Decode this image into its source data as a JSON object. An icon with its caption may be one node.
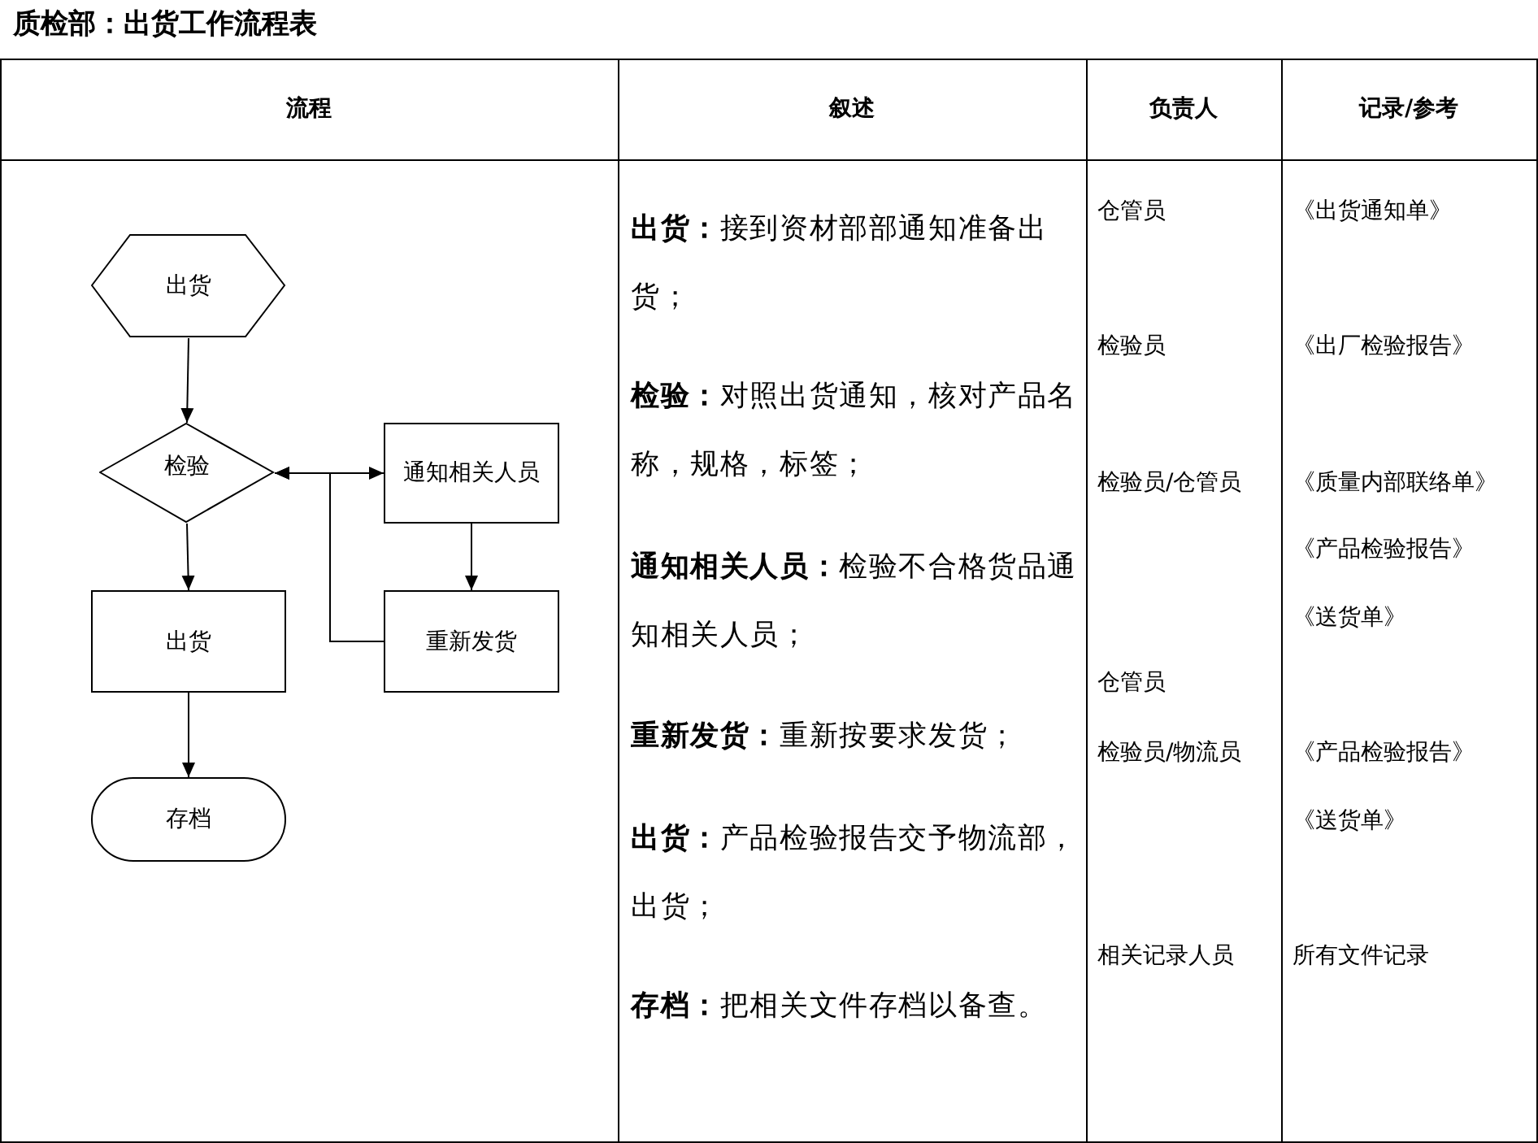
{
  "diagram": {
    "title": "质检部：出货工作流程表",
    "nodes": [
      {
        "text": [
          "出货"
        ]
      },
      {
        "text": [
          "检验"
        ]
      },
      {
        "text": [
          "通知相关人员"
        ]
      },
      {
        "text": [
          "重新发货"
        ]
      },
      {
        "text": [
          "出货"
        ]
      },
      {
        "text": [
          "存档"
        ]
      }
    ],
    "edges": [
      {
        "from": 0,
        "to": 1,
        "arrow": "to"
      },
      {
        "from": 1,
        "to": 2,
        "arrow": "both"
      },
      {
        "from": 2,
        "to": 3,
        "arrow": "to"
      },
      {
        "from": 3,
        "to": 1,
        "arrow": "to"
      },
      {
        "from": 1,
        "to": 4,
        "arrow": "to"
      },
      {
        "from": 4,
        "to": 5,
        "arrow": "to"
      }
    ],
    "labels": [
      "流程",
      "叙述",
      "负责人",
      "记录/参考",
      "**出货：**接到资材部部通知准备出货；",
      "**检验：**对照出货通知，核对产品名称，规格，标签；",
      "**通知相关人员：**检验不合格货品通知相关人员；",
      "**重新发货：**重新按要求发货；",
      "**出货：**产品检验报告交予物流部，出货；",
      "**存档：**把相关文件存档以备查。",
      "仓管员",
      "检验员",
      "检验员/仓管员",
      "仓管员",
      "检验员/物流员",
      "相关记录人员",
      "《出货通知单》",
      "《出厂检验报告》",
      "《质量内部联络单》",
      "《产品检验报告》",
      "《送货单》",
      "《产品检验报告》",
      "《送货单》",
      "所有文件记录"
    ]
  }
}
